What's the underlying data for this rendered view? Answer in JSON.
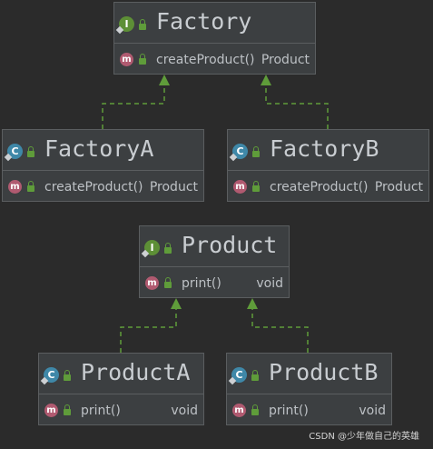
{
  "diagram": {
    "factory": {
      "name": "Factory",
      "kind_badge": "I",
      "method": {
        "name": "createProduct()",
        "return_type": "Product"
      }
    },
    "factory_a": {
      "name": "FactoryA",
      "kind_badge": "C",
      "method": {
        "name": "createProduct()",
        "return_type": "Product"
      }
    },
    "factory_b": {
      "name": "FactoryB",
      "kind_badge": "C",
      "method": {
        "name": "createProduct()",
        "return_type": "Product"
      }
    },
    "product": {
      "name": "Product",
      "kind_badge": "I",
      "method": {
        "name": "print()",
        "return_type": "void"
      }
    },
    "product_a": {
      "name": "ProductA",
      "kind_badge": "C",
      "method": {
        "name": "print()",
        "return_type": "void"
      }
    },
    "product_b": {
      "name": "ProductB",
      "kind_badge": "C",
      "method": {
        "name": "print()",
        "return_type": "void"
      }
    },
    "method_badge": "m",
    "relations": [
      {
        "from": "FactoryA",
        "to": "Factory",
        "type": "implements"
      },
      {
        "from": "FactoryB",
        "to": "Factory",
        "type": "implements"
      },
      {
        "from": "ProductA",
        "to": "Product",
        "type": "implements"
      },
      {
        "from": "ProductB",
        "to": "Product",
        "type": "implements"
      }
    ]
  },
  "watermark": "CSDN @少年做自己的英雄",
  "colors": {
    "background": "#2b2b2b",
    "box": "#3c3f41",
    "border": "#5b5e60",
    "text": "#c9cdd1",
    "interface_badge": "#5d8f36",
    "class_badge": "#3f88a8",
    "method_badge": "#b05a70",
    "arrow": "#5f9c3a"
  }
}
